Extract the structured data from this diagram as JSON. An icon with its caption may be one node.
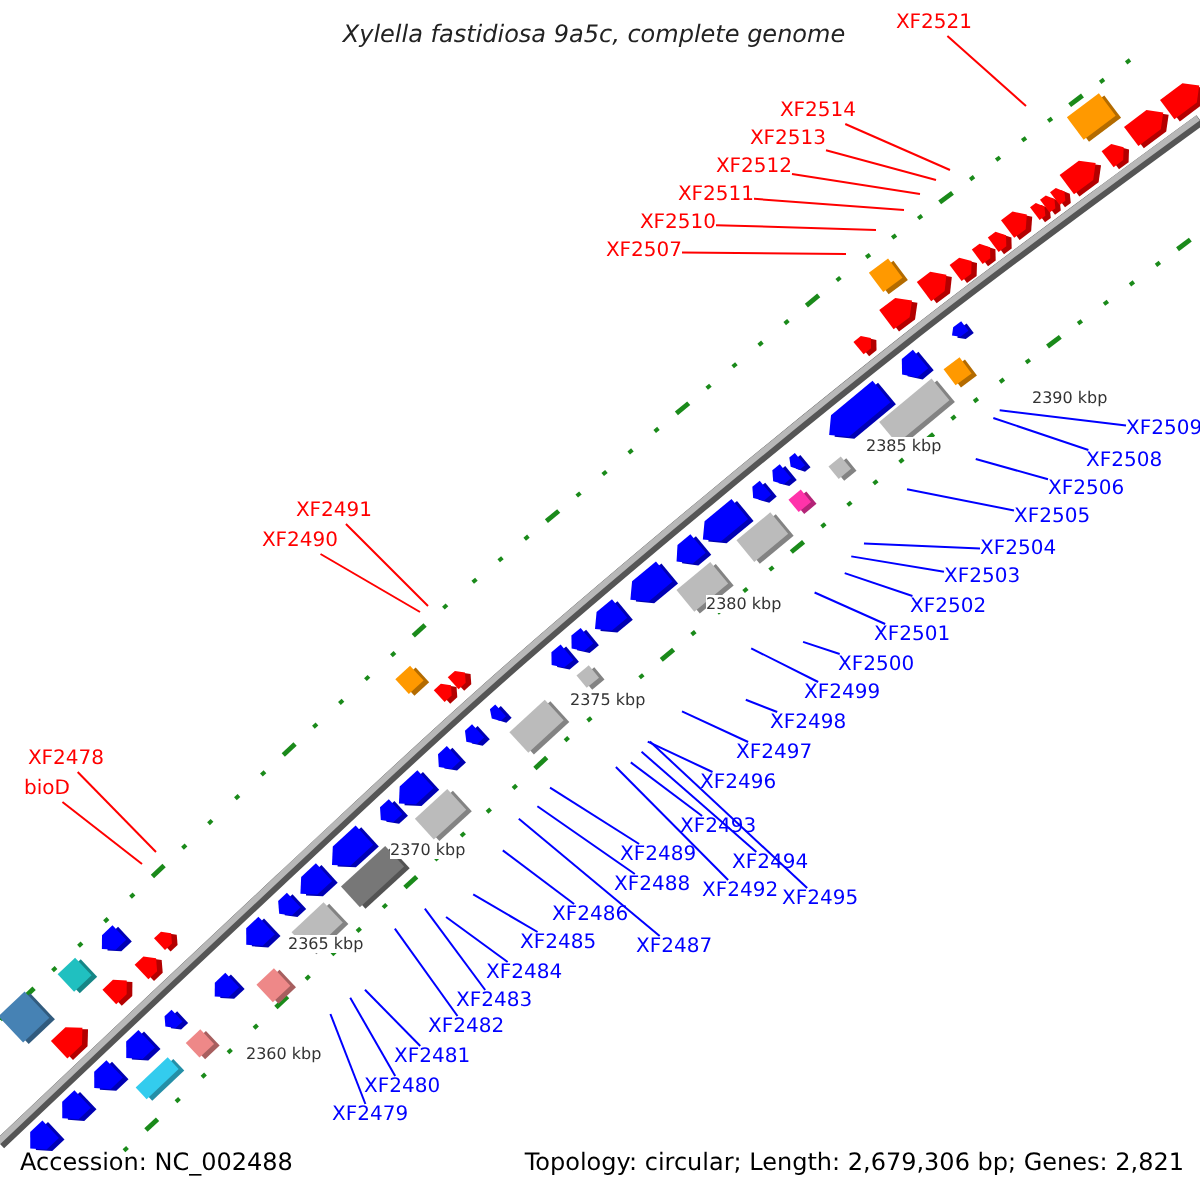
{
  "diagram": {
    "title": "Xylella fastidiosa 9a5c, complete genome",
    "nodes": [
      {
        "text": [
          "XF2521"
        ]
      },
      {
        "text": [
          "XF2514"
        ]
      },
      {
        "text": [
          "XF2513"
        ]
      },
      {
        "text": [
          "XF2512"
        ]
      },
      {
        "text": [
          "XF2511"
        ]
      },
      {
        "text": [
          "XF2510"
        ]
      },
      {
        "text": [
          "XF2507"
        ]
      },
      {
        "text": [
          "XF2509"
        ]
      },
      {
        "text": [
          "XF2508"
        ]
      },
      {
        "text": [
          "XF2506"
        ]
      },
      {
        "text": [
          "XF2505"
        ]
      },
      {
        "text": [
          "XF2491"
        ]
      },
      {
        "text": [
          "XF2490"
        ]
      },
      {
        "text": [
          "XF2504"
        ]
      },
      {
        "text": [
          "XF2503"
        ]
      },
      {
        "text": [
          "XF2502"
        ]
      },
      {
        "text": [
          "XF2501"
        ]
      },
      {
        "text": [
          "XF2500"
        ]
      },
      {
        "text": [
          "XF2499"
        ]
      },
      {
        "text": [
          "XF2498"
        ]
      },
      {
        "text": [
          "XF2497"
        ]
      },
      {
        "text": [
          "XF2478"
        ]
      },
      {
        "text": [
          "XF2496"
        ]
      },
      {
        "text": [
          "bioD"
        ]
      },
      {
        "text": [
          "XF2493"
        ]
      },
      {
        "text": [
          "XF2489"
        ]
      },
      {
        "text": [
          "XF2494"
        ]
      },
      {
        "text": [
          "XF2488"
        ]
      },
      {
        "text": [
          "XF2492"
        ]
      },
      {
        "text": [
          "XF2495"
        ]
      },
      {
        "text": [
          "XF2486"
        ]
      },
      {
        "text": [
          "XF2485"
        ]
      },
      {
        "text": [
          "XF2487"
        ]
      },
      {
        "text": [
          "XF2484"
        ]
      },
      {
        "text": [
          "XF2483"
        ]
      },
      {
        "text": [
          "XF2482"
        ]
      },
      {
        "text": [
          "XF2481"
        ]
      },
      {
        "text": [
          "XF2480"
        ]
      },
      {
        "text": [
          "XF2479"
        ]
      }
    ],
    "edges": [
      {
        "from": 0,
        "to": null,
        "arrow": "none",
        "color": "#ff0000"
      },
      {
        "from": 1,
        "to": null,
        "arrow": "none",
        "color": "#ff0000"
      },
      {
        "from": 2,
        "to": null,
        "arrow": "none",
        "color": "#ff0000"
      },
      {
        "from": 3,
        "to": null,
        "arrow": "none",
        "color": "#ff0000"
      },
      {
        "from": 4,
        "to": null,
        "arrow": "none",
        "color": "#ff0000"
      },
      {
        "from": 5,
        "to": null,
        "arrow": "none",
        "color": "#ff0000"
      },
      {
        "from": 6,
        "to": null,
        "arrow": "none",
        "color": "#ff0000"
      },
      {
        "from": 7,
        "to": null,
        "arrow": "none"
      },
      {
        "from": 8,
        "to": null,
        "arrow": "none"
      },
      {
        "from": 9,
        "to": null,
        "arrow": "none"
      },
      {
        "from": 10,
        "to": null,
        "arrow": "none"
      },
      {
        "from": 11,
        "to": null,
        "arrow": "none",
        "color": "#ff0000"
      },
      {
        "from": 12,
        "to": null,
        "arrow": "none",
        "color": "#ff0000"
      },
      {
        "from": 13,
        "to": null,
        "arrow": "none"
      },
      {
        "from": 14,
        "to": null,
        "arrow": "none"
      },
      {
        "from": 15,
        "to": null,
        "arrow": "none"
      },
      {
        "from": 16,
        "to": null,
        "arrow": "none"
      },
      {
        "from": 17,
        "to": null,
        "arrow": "none"
      },
      {
        "from": 18,
        "to": null,
        "arrow": "none"
      },
      {
        "from": 19,
        "to": null,
        "arrow": "none"
      },
      {
        "from": 20,
        "to": null,
        "arrow": "none"
      },
      {
        "from": 21,
        "to": null,
        "arrow": "none",
        "color": "#ff0000"
      },
      {
        "from": 22,
        "to": null,
        "arrow": "none"
      },
      {
        "from": 23,
        "to": null,
        "arrow": "none",
        "color": "#ff0000"
      },
      {
        "from": 24,
        "to": null,
        "arrow": "none"
      },
      {
        "from": 25,
        "to": null,
        "arrow": "none"
      },
      {
        "from": 26,
        "to": null,
        "arrow": "none"
      },
      {
        "from": 27,
        "to": null,
        "arrow": "none"
      },
      {
        "from": 28,
        "to": null,
        "arrow": "none"
      },
      {
        "from": 29,
        "to": null,
        "arrow": "none"
      },
      {
        "from": 30,
        "to": null,
        "arrow": "none"
      },
      {
        "from": 31,
        "to": null,
        "arrow": "none"
      },
      {
        "from": 32,
        "to": null,
        "arrow": "none"
      },
      {
        "from": 33,
        "to": null,
        "arrow": "none"
      },
      {
        "from": 34,
        "to": null,
        "arrow": "none"
      },
      {
        "from": 35,
        "to": null,
        "arrow": "none"
      },
      {
        "from": 36,
        "to": null,
        "arrow": "none"
      },
      {
        "from": 37,
        "to": null,
        "arrow": "none"
      },
      {
        "from": 38,
        "to": null,
        "arrow": "none"
      }
    ],
    "labels": [
      "2390 kbp",
      "2385 kbp",
      "2380 kbp",
      "2375 kbp",
      "2370 kbp",
      "2365 kbp",
      "2360 kbp",
      "Accession: NC_002488",
      "Topology: circular; Length: 2,679,306 bp; Genes: 2,821"
    ]
  }
}
